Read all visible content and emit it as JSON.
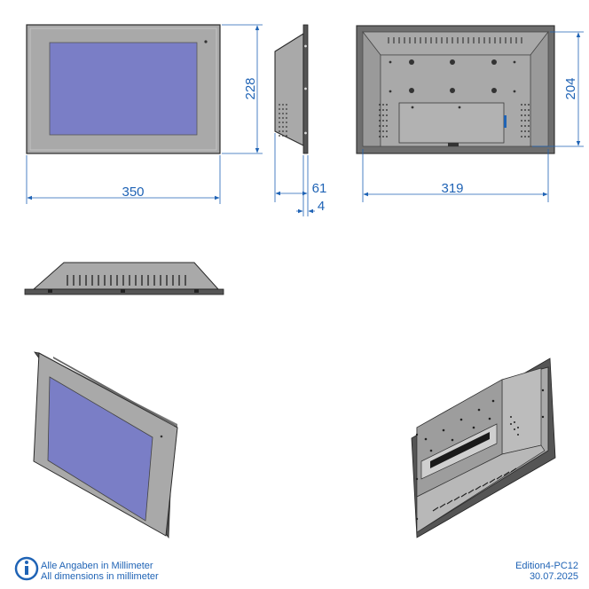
{
  "dimensions": {
    "width": "350",
    "height": "228",
    "depth": "61",
    "flange": "4",
    "cutout_width": "319",
    "cutout_height": "204"
  },
  "note": {
    "de": "Alle Angaben in Millimeter",
    "en": "All dimensions in millimeter"
  },
  "edition": {
    "code": "Edition4-PC12",
    "date": "30.07.2025"
  },
  "colors": {
    "dimension": "#1f63b5",
    "bezel": "#a9a9a9",
    "screen": "#7a7ec6",
    "outline": "#2a2a2a",
    "rear": "#8c8c8c"
  },
  "icons": [
    "info-icon"
  ]
}
